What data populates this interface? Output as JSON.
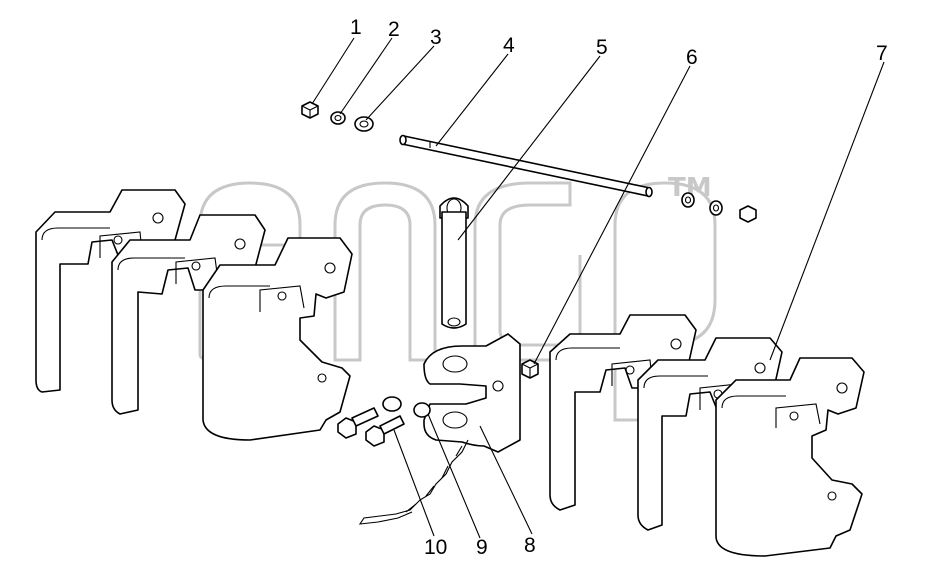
{
  "watermark": {
    "trademark": "TM"
  },
  "callouts": [
    {
      "id": "1",
      "label": "1"
    },
    {
      "id": "2",
      "label": "2"
    },
    {
      "id": "3",
      "label": "3"
    },
    {
      "id": "4",
      "label": "4"
    },
    {
      "id": "5",
      "label": "5"
    },
    {
      "id": "6",
      "label": "6"
    },
    {
      "id": "7",
      "label": "7"
    },
    {
      "id": "8",
      "label": "8"
    },
    {
      "id": "9",
      "label": "9"
    },
    {
      "id": "10",
      "label": "10"
    }
  ],
  "colors": {
    "line": "#000000",
    "watermark": "#c8c8c8",
    "background": "#ffffff"
  }
}
